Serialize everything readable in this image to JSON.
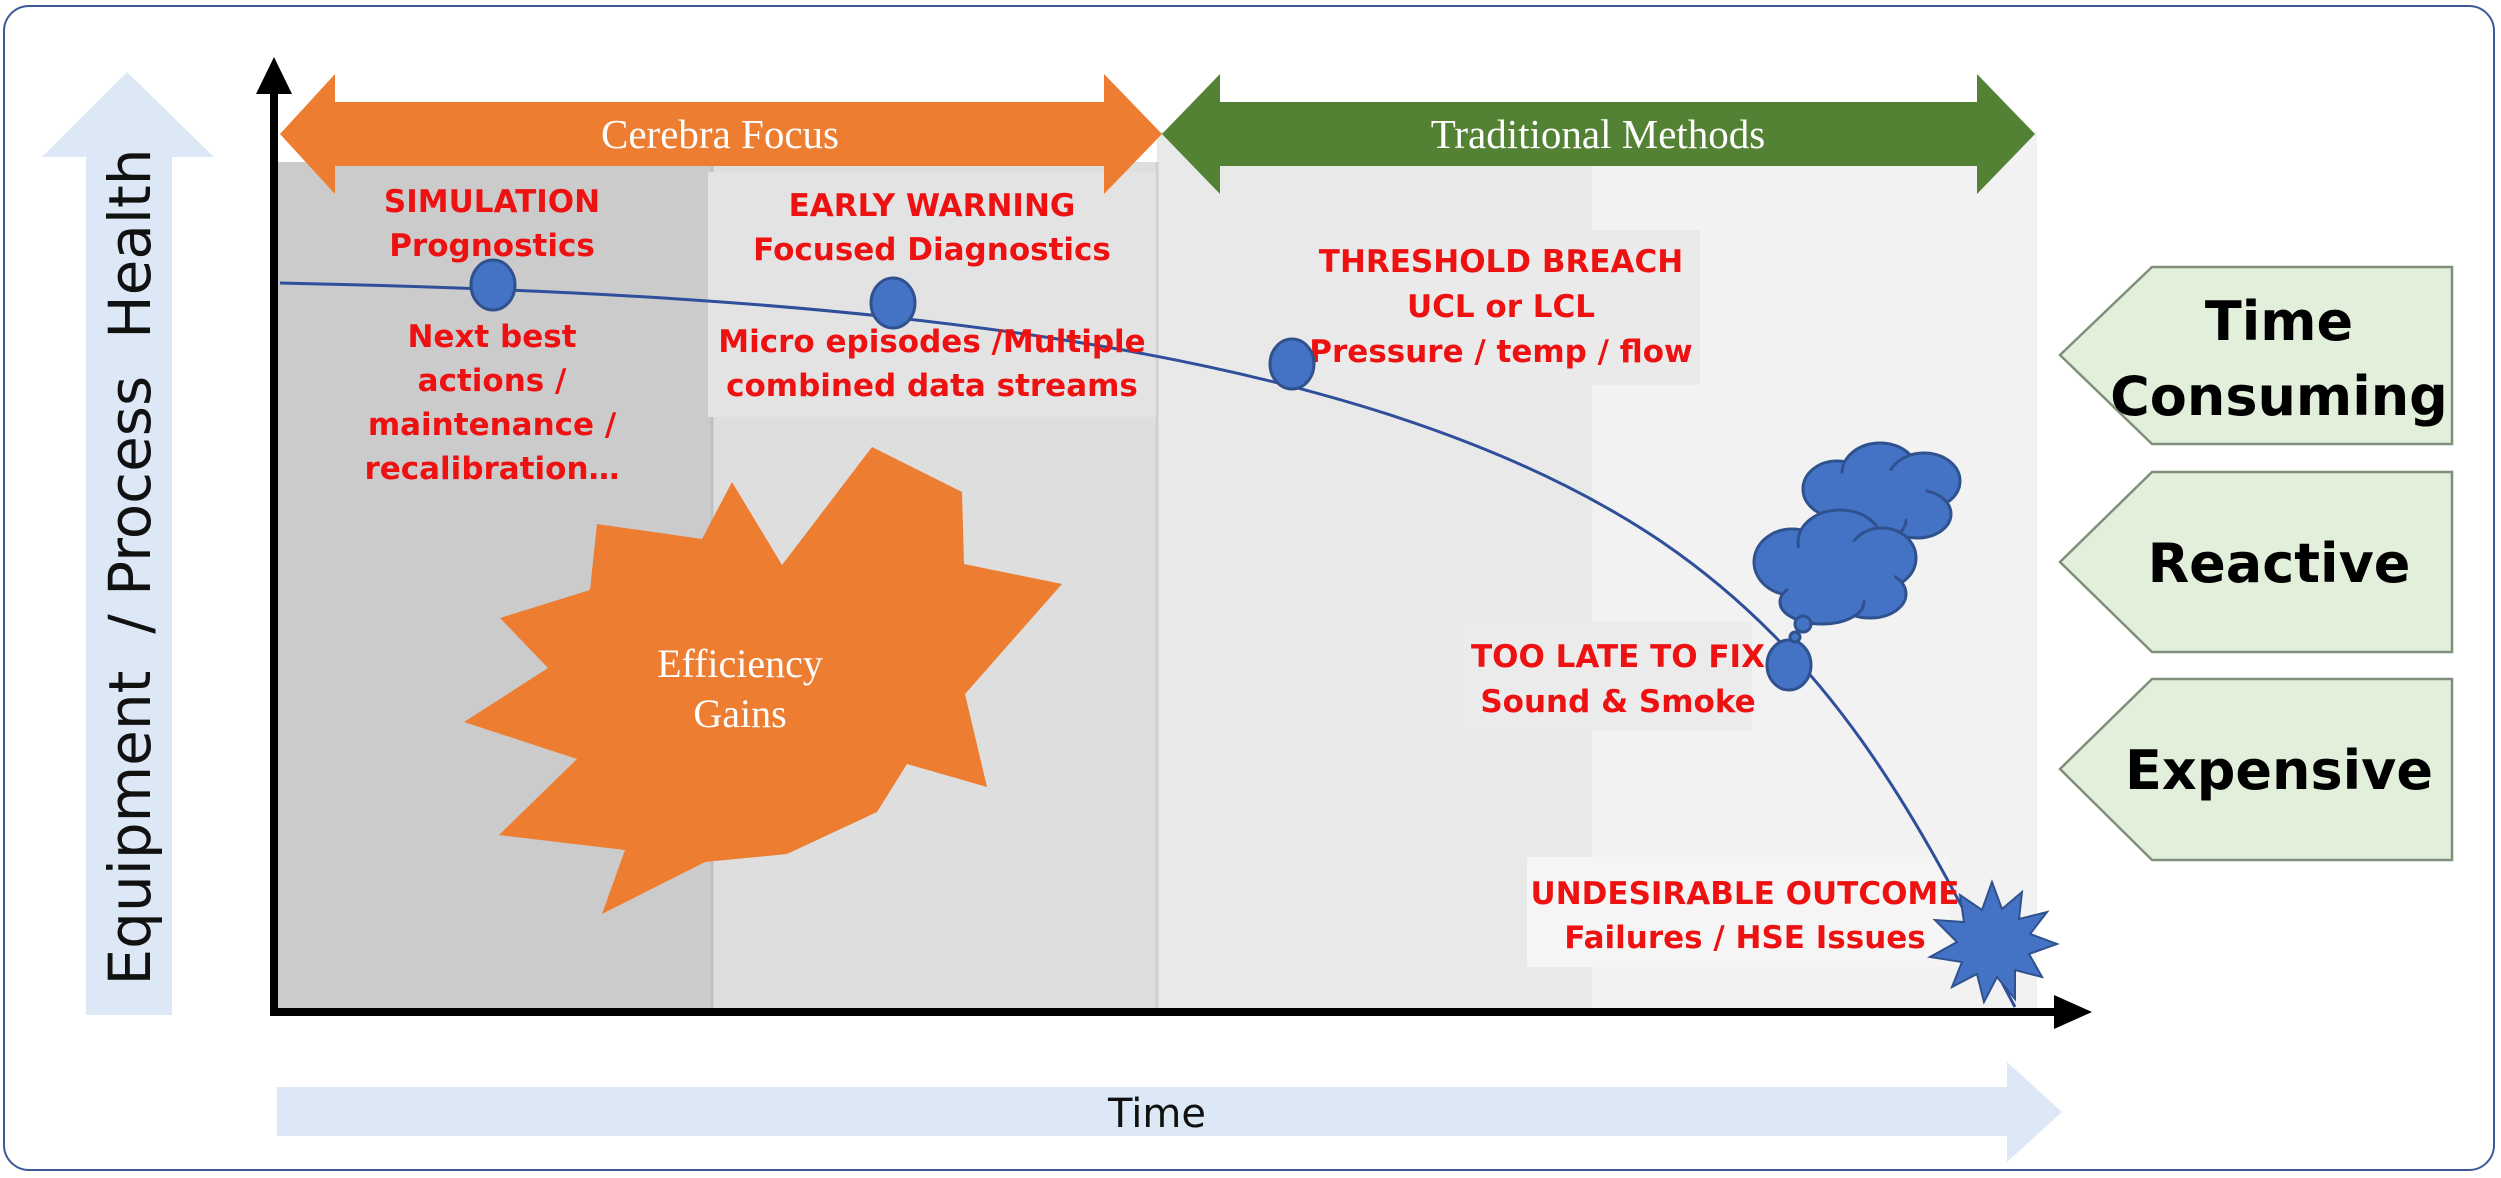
{
  "axes": {
    "y_label": "Equipment  / Process  Health",
    "x_label": "Time"
  },
  "bands": {
    "cerebra": "Cerebra Focus",
    "traditional": "Traditional Methods"
  },
  "stages": [
    {
      "title": "SIMULATION",
      "subtitle": "Prognostics",
      "details": [
        "Next best",
        "actions /",
        "maintenance /",
        "recalibration…"
      ]
    },
    {
      "title": "EARLY WARNING",
      "subtitle": "Focused Diagnostics",
      "details": [
        "Micro episodes /Multiple",
        "combined data streams"
      ]
    },
    {
      "title": "THRESHOLD BREACH",
      "subtitle": "UCL or LCL",
      "details": [
        "Pressure / temp / flow"
      ]
    },
    {
      "title": "TOO LATE TO FIX",
      "subtitle": "Sound & Smoke",
      "details": []
    },
    {
      "title": "UNDESIRABLE OUTCOME",
      "subtitle": "Failures / HSE Issues",
      "details": []
    }
  ],
  "burst": {
    "line1": "Efficiency",
    "line2": "Gains"
  },
  "attributes": {
    "time": [
      "Time",
      "Consuming"
    ],
    "reactive": "Reactive",
    "expensive": "Expensive"
  },
  "colors": {
    "orange": "#ed7d31",
    "green": "#548235",
    "blue": "#4472c4",
    "curve": "#2f4f9a",
    "red_text": "#ee1111",
    "light_blue_arrow": "#dce8f5",
    "pentagon_fill": "#e2efda",
    "frame_border": "#3b5a9a"
  }
}
